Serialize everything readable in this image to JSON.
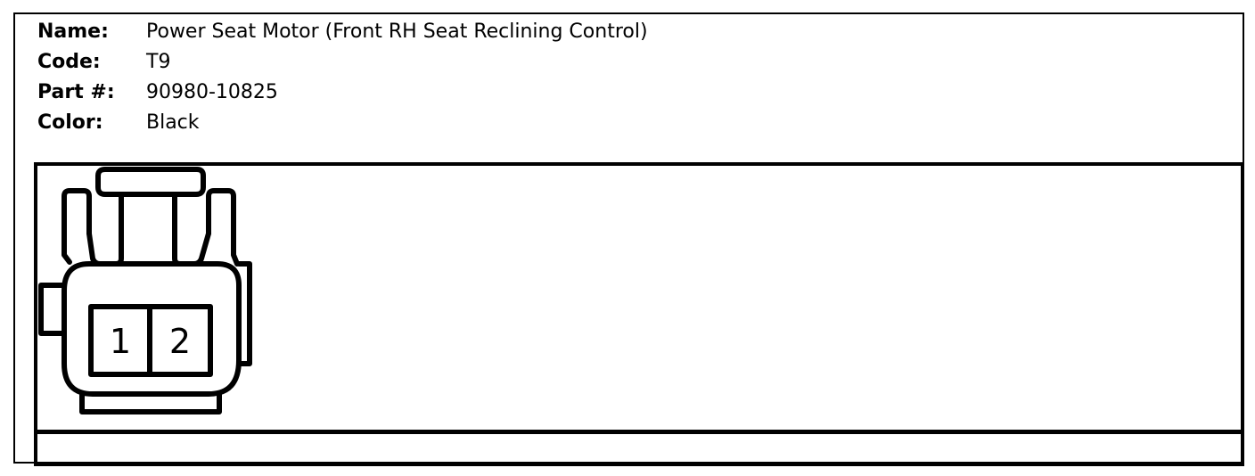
{
  "connector_info": {
    "name_label": "Name:",
    "name_value": "Power Seat Motor (Front RH Seat Reclining Control)",
    "code_label": "Code:",
    "code_value": "T9",
    "part_label": "Part #:",
    "part_value": "90980-10825",
    "color_label": "Color:",
    "color_value": "Black"
  },
  "connector_diagram": {
    "pins": [
      "1",
      "2"
    ],
    "line_color": "#000000",
    "fill_color": "#ffffff"
  }
}
